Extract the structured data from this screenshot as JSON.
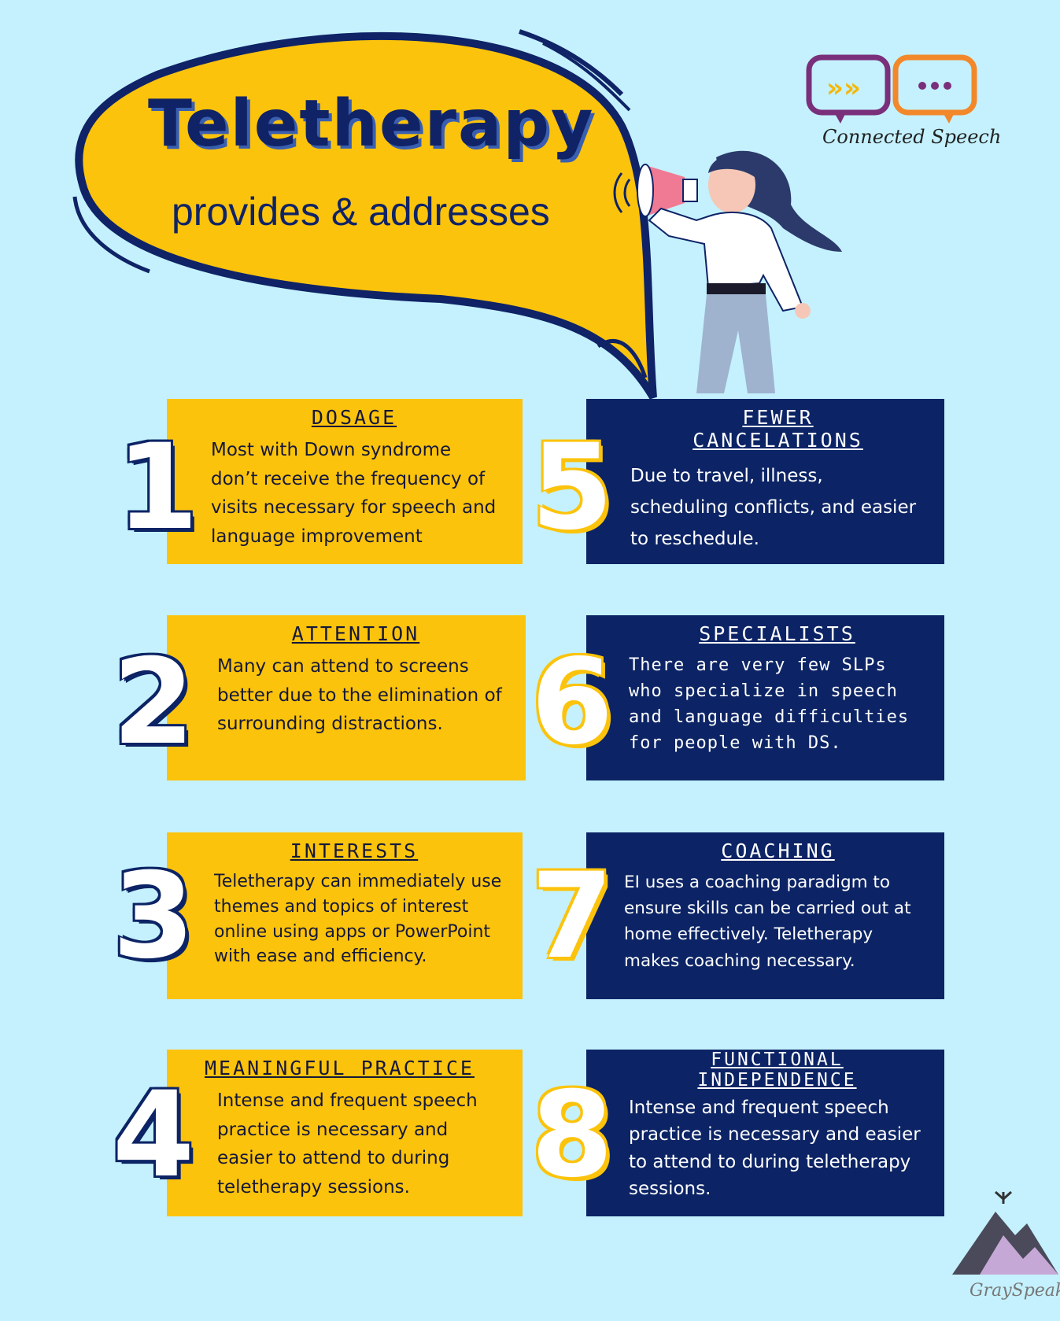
{
  "header": {
    "title": "Teletherapy",
    "subtitle": "provides & addresses"
  },
  "logo": {
    "text": "Connected Speech"
  },
  "footer_logo": {
    "text": "GraySpeak"
  },
  "colors": {
    "background": "#c4f1fd",
    "yellow": "#fcc30c",
    "navy": "#0c2465",
    "title": "#0f2366"
  },
  "cards": [
    {
      "number": "1",
      "title": "DOSAGE",
      "body": "Most with Down syndrome don’t receive the frequency of visits necessary for speech and language improvement"
    },
    {
      "number": "2",
      "title": "ATTENTION",
      "body": "Many can attend to screens better due to the elimination of surrounding distractions."
    },
    {
      "number": "3",
      "title": "INTERESTS",
      "body": "Teletherapy can immediately use themes and topics of interest online using apps or PowerPoint with ease and efficiency."
    },
    {
      "number": "4",
      "title": "MEANINGFUL PRACTICE",
      "body": "Intense and frequent speech practice is necessary and easier to attend to during teletherapy sessions."
    },
    {
      "number": "5",
      "title": "FEWER CANCELATIONS",
      "body": "Due to travel, illness, scheduling conflicts, and easier to reschedule."
    },
    {
      "number": "6",
      "title": "SPECIALISTS",
      "body": "There are very few SLPs who specialize in speech and language difficulties for people with DS."
    },
    {
      "number": "7",
      "title": "COACHING",
      "body": "EI uses a coaching paradigm to ensure skills can be carried out at home effectively. Teletherapy makes coaching necessary."
    },
    {
      "number": "8",
      "title": "FUNCTIONAL INDEPENDENCE",
      "body": "Intense and frequent speech practice is necessary and easier to attend to during teletherapy sessions."
    }
  ]
}
